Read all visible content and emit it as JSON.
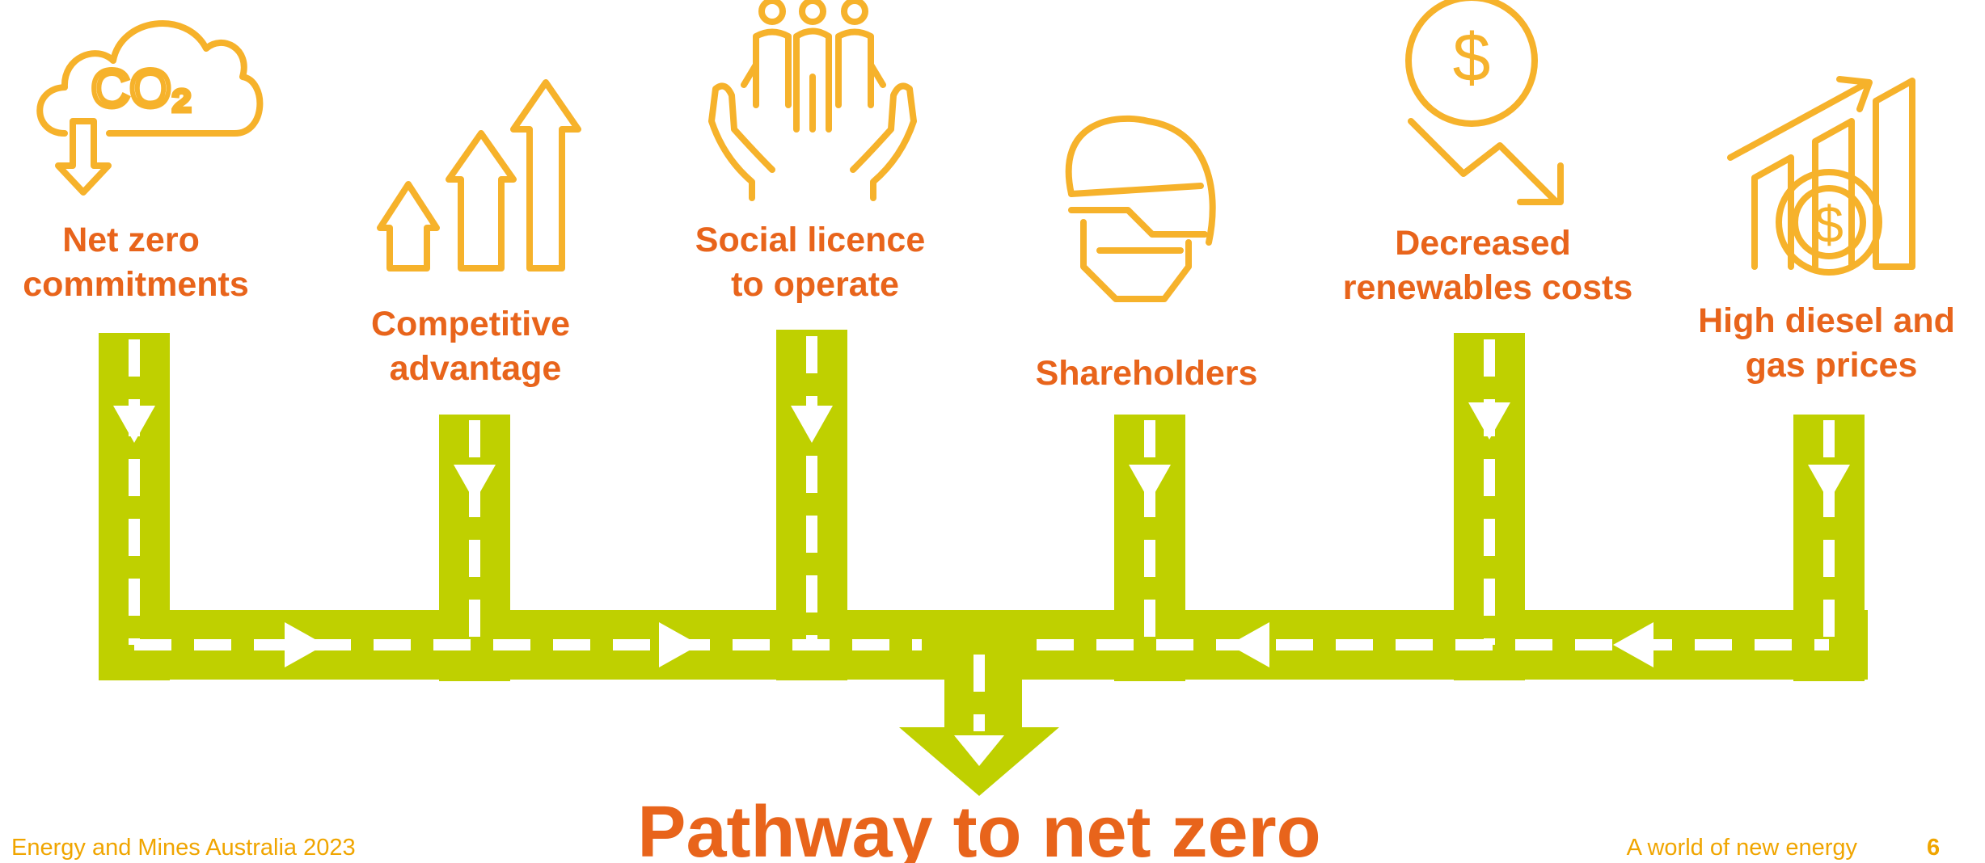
{
  "drivers": [
    {
      "label_lines": [
        "Net zero",
        "commitments"
      ],
      "icon": "co2-cloud-icon"
    },
    {
      "label_lines": [
        "Competitive",
        "advantage"
      ],
      "icon": "rising-arrows-icon"
    },
    {
      "label_lines": [
        "Social licence",
        "to operate"
      ],
      "icon": "community-hands-icon"
    },
    {
      "label_lines": [
        "Shareholders"
      ],
      "icon": "worker-helmet-icon"
    },
    {
      "label_lines": [
        "Decreased",
        "renewables costs"
      ],
      "icon": "dollar-decrease-icon"
    },
    {
      "label_lines": [
        "High diesel and",
        "gas prices"
      ],
      "icon": "dollar-growth-chart-icon"
    }
  ],
  "co2_text": "CO₂",
  "dollar_symbol": "$",
  "title": "Pathway to net zero",
  "footer": {
    "left": "Energy and Mines Australia 2023",
    "right": "A world of new energy",
    "page_number": "6"
  },
  "colors": {
    "label": "#E8641B",
    "icon": "#F6B22B",
    "road": "#BFD000",
    "footer": "#F0A500"
  }
}
